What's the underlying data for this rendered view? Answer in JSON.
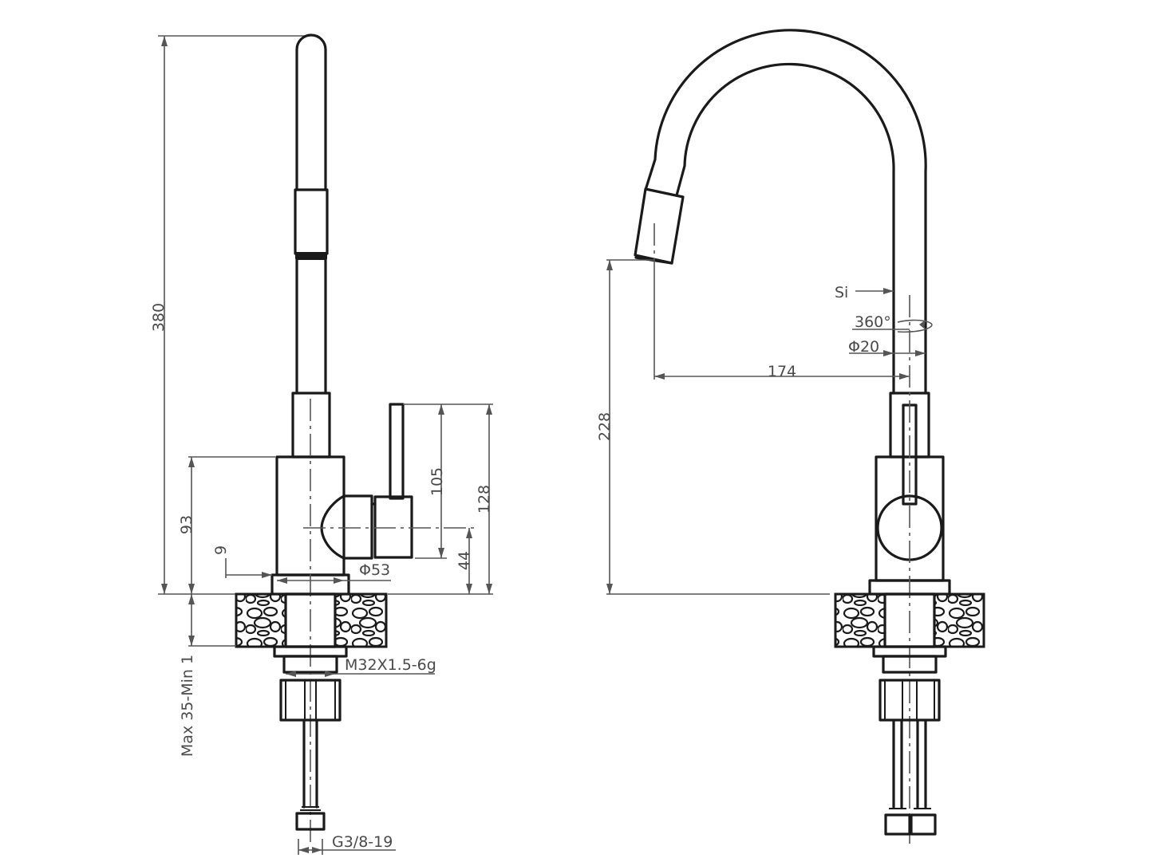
{
  "side_view": {
    "dimensions": {
      "overall_height": "380",
      "body_height": "93",
      "offset": "9",
      "thread": "M32X1.5-6g",
      "max_min_thickness": "Max 35-Min 1",
      "lever_length": "105",
      "lever_top_height": "128",
      "lever_axis_height": "44",
      "body_diameter": "Φ53",
      "hose_connection": "G3/8-19"
    }
  },
  "front_view": {
    "dimensions": {
      "spout_height": "228",
      "spout_reach": "174",
      "material": "Si",
      "rotation": "360°",
      "tube_diameter": "Φ20"
    }
  }
}
